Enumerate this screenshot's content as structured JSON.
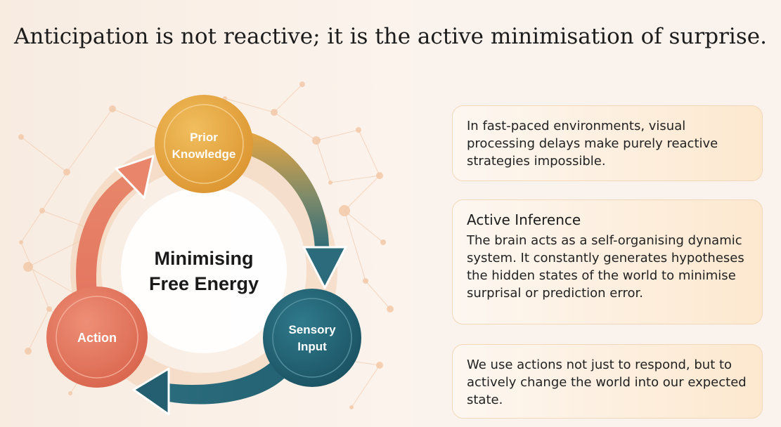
{
  "title": "Anticipation is not reactive; it is the active minimisation of surprise.",
  "diagram": {
    "center": [
      "Minimising",
      "Free Energy"
    ],
    "nodes": {
      "prior": [
        "Prior",
        "Knowledge"
      ],
      "sensory": [
        "Sensory",
        "Input"
      ],
      "action": [
        "Action"
      ]
    },
    "colors": {
      "prior": "#e8a43c",
      "sensory": "#246476",
      "action": "#e4745c"
    }
  },
  "cards": [
    {
      "heading": "",
      "text": "In fast-paced environments, visual processing delays make purely reactive strategies impossible."
    },
    {
      "heading": "Active Inference",
      "text": "The brain acts as a self-organising dynamic system. It constantly generates hypotheses the hidden states of the world to minimise surprisal or prediction error."
    },
    {
      "heading": "",
      "text": "We use actions not just to respond, but to actively change the world into our expected state."
    }
  ]
}
